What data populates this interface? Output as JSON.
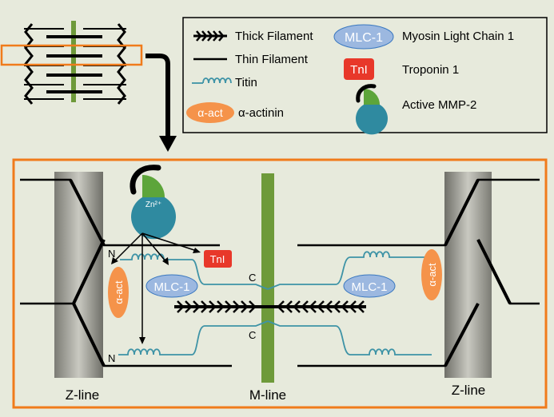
{
  "legend": {
    "thick_filament": "Thick Filament",
    "thin_filament": "Thin Filament",
    "titin": "Titin",
    "alpha_actinin_badge": "α-act",
    "alpha_actinin": "α-actinin",
    "mlc1_badge": "MLC-1",
    "mlc1": "Myosin Light Chain 1",
    "tni_badge": "TnI",
    "tni": "Troponin 1",
    "active_mmp2": "Active MMP-2"
  },
  "detail": {
    "zn_label": "Zn²⁺",
    "n_label": "N",
    "c_label": "C",
    "tni_badge": "TnI",
    "mlc1_badge": "MLC-1",
    "alpha_act_badge": "α-act",
    "z_line_label": "Z-line",
    "m_line_label": "M-line"
  },
  "colors": {
    "background": "#e7eadc",
    "zoom_box": "#f07b1b",
    "m_line": "#6e9a3a",
    "titin": "#3e93a6",
    "mlc1_fill": "#9cb8e0",
    "tni_fill": "#e8382a",
    "alpha_actinin_fill": "#f5934a",
    "mmp2_body": "#2f8aa0",
    "mmp2_zinc": "#5da53a"
  }
}
